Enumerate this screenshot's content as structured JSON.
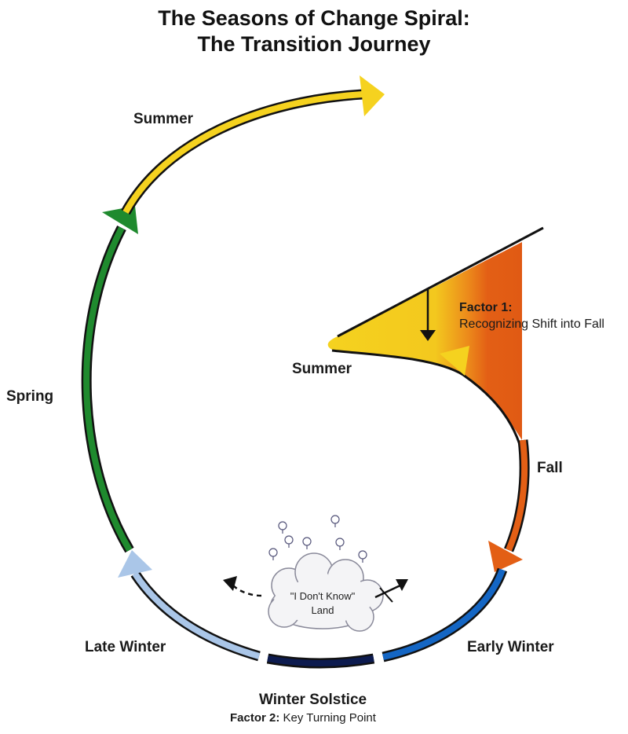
{
  "title": {
    "line1": "The Seasons of Change Spiral:",
    "line2": "The Transition Journey"
  },
  "labels": {
    "summer_outer": "Summer",
    "spring": "Spring",
    "late_winter": "Late Winter",
    "winter_solstice": "Winter Solstice",
    "factor2_bold": "Factor 2:",
    "factor2_text": "Key Turning Point",
    "early_winter": "Early Winter",
    "fall": "Fall",
    "summer_inner": "Summer",
    "factor1_bold": "Factor 1:",
    "factor1_text": "Recognizing Shift into Fall"
  },
  "cloud": {
    "line1": "\"I Don't Know\"",
    "line2": "Land"
  },
  "colors": {
    "summer": "#f5d21f",
    "spring": "#1f8a2e",
    "late_winter": "#aac6e8",
    "winter_solstice": "#0d1b4f",
    "early_winter": "#1466c4",
    "fall": "#e35f15"
  }
}
